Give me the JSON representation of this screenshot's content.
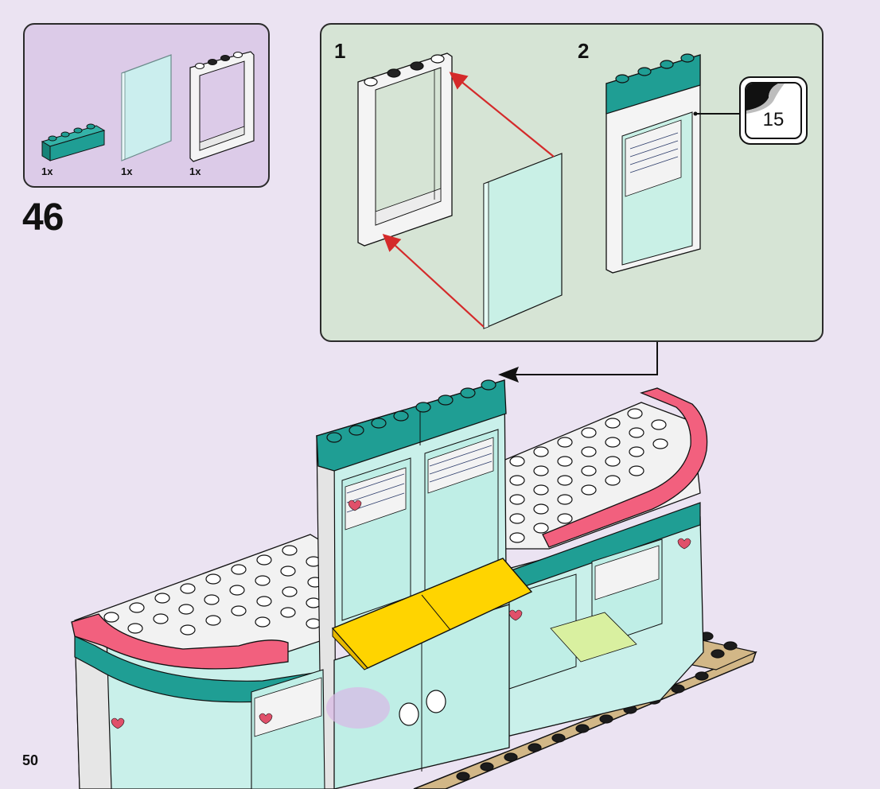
{
  "page": {
    "number": "50",
    "step_number": "46"
  },
  "parts_list": {
    "items": [
      {
        "name": "teal-brick-1x4",
        "qty": "1x",
        "color": "#1f9e94"
      },
      {
        "name": "transparent-glass-pane",
        "qty": "1x",
        "color": "#cbeeee"
      },
      {
        "name": "white-window-frame-1x4x6",
        "qty": "1x",
        "color": "#f4f4f4"
      }
    ]
  },
  "sub_assembly": {
    "steps": [
      {
        "label": "1"
      },
      {
        "label": "2"
      }
    ],
    "sticker": {
      "number": "15"
    }
  },
  "colors": {
    "background": "#ebe3f2",
    "parts_box": "#dccbe8",
    "sub_box": "#d6e4d5",
    "teal": "#1f9e94",
    "pink": "#f2607e",
    "yellow": "#ffd400",
    "tan": "#d2b787",
    "glass": "#c6efea",
    "arrow_red": "#d42a2a"
  }
}
